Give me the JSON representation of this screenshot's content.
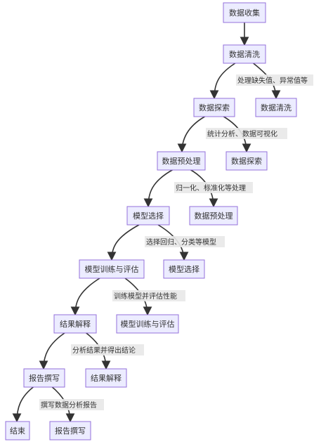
{
  "nodes": {
    "n_collect": {
      "label": "数据收集"
    },
    "n_clean_main": {
      "label": "数据清洗"
    },
    "n_clean_leaf": {
      "label": "数据清洗"
    },
    "n_explore_main": {
      "label": "数据探索"
    },
    "n_explore_leaf": {
      "label": "数据探索"
    },
    "n_pre_main": {
      "label": "数据预处理"
    },
    "n_pre_leaf": {
      "label": "数据预处理"
    },
    "n_select_main": {
      "label": "模型选择"
    },
    "n_select_leaf": {
      "label": "模型选择"
    },
    "n_train_main": {
      "label": "模型训练与评估"
    },
    "n_train_leaf": {
      "label": "模型训练与评估"
    },
    "n_interpret_main": {
      "label": "结果解释"
    },
    "n_interpret_leaf": {
      "label": "结果解释"
    },
    "n_report_main": {
      "label": "报告撰写"
    },
    "n_report_leaf": {
      "label": "报告撰写"
    },
    "n_end": {
      "label": "结束"
    }
  },
  "edges": {
    "e1": {
      "label": ""
    },
    "e2": {
      "label": ""
    },
    "e3": {
      "label": "处理缺失值、异常值等"
    },
    "e4": {
      "label": ""
    },
    "e5": {
      "label": "统计分析、数据可视化"
    },
    "e6": {
      "label": ""
    },
    "e7": {
      "label": "归一化、标准化等处理"
    },
    "e8": {
      "label": ""
    },
    "e9": {
      "label": "选择回归、分类等模型"
    },
    "e10": {
      "label": ""
    },
    "e11": {
      "label": "训练模型并评估性能"
    },
    "e12": {
      "label": ""
    },
    "e13": {
      "label": "分析结果并得出结论"
    },
    "e14": {
      "label": ""
    },
    "e15": {
      "label": "撰写数据分析报告"
    }
  },
  "colors": {
    "node_fill": "#ECECFF",
    "node_stroke": "#9370DB",
    "edge": "#333333",
    "edge_label_bg": "#e8e8e8",
    "text": "#333333"
  }
}
